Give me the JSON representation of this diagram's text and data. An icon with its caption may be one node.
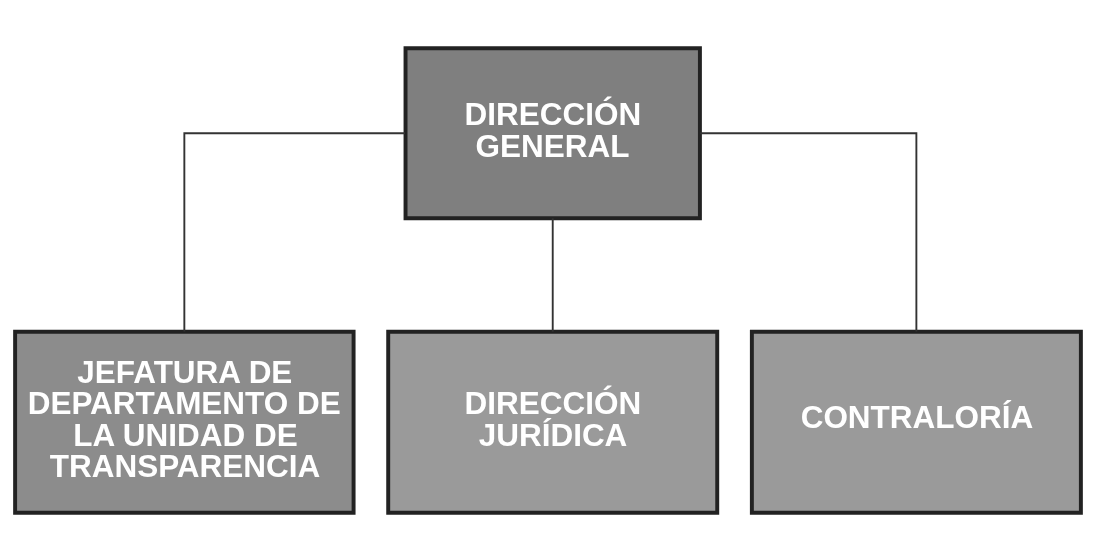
{
  "diagram": {
    "nodes": [
      {
        "text": [
          "DIRECCIÓN GENERAL"
        ]
      },
      {
        "text": [
          "JEFATURA DE DEPARTAMENTO DE LA UNIDAD DE TRANSPARENCIA"
        ]
      },
      {
        "text": [
          "DIRECCIÓN JURÍDICA"
        ]
      },
      {
        "text": [
          "CONTRALORÍA"
        ]
      }
    ],
    "edges": [
      {
        "from": 0,
        "to": 1,
        "arrow": "none"
      },
      {
        "from": 0,
        "to": 2,
        "arrow": "none"
      },
      {
        "from": 0,
        "to": 3,
        "arrow": "none"
      }
    ]
  }
}
